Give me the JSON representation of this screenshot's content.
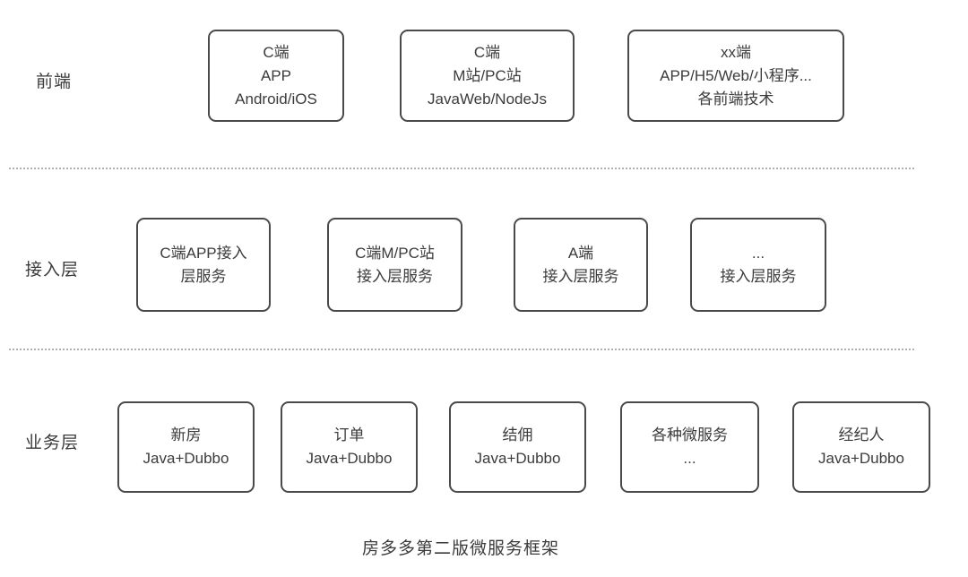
{
  "caption": "房多多第二版微服务框架",
  "colors": {
    "box_border": "#4a4a4a",
    "text": "#3b3b3b",
    "divider": "#b0b0b0",
    "bg": "#ffffff"
  },
  "layers": [
    {
      "label": "前端",
      "boxes": [
        {
          "name": "c-app",
          "lines": [
            "C端",
            "APP",
            "Android/iOS"
          ]
        },
        {
          "name": "c-site",
          "lines": [
            "C端",
            "M站/PC站",
            "JavaWeb/NodeJs"
          ]
        },
        {
          "name": "xx",
          "lines": [
            "xx端",
            "APP/H5/Web/小程序...",
            "各前端技术"
          ]
        }
      ]
    },
    {
      "label": "接入层",
      "boxes": [
        {
          "name": "c-app-access",
          "lines": [
            "C端APP接入",
            "层服务"
          ]
        },
        {
          "name": "c-site-access",
          "lines": [
            "C端M/PC站",
            "接入层服务"
          ]
        },
        {
          "name": "a-access",
          "lines": [
            "A端",
            "接入层服务"
          ]
        },
        {
          "name": "other-access",
          "lines": [
            "...",
            "接入层服务"
          ]
        }
      ]
    },
    {
      "label": "业务层",
      "boxes": [
        {
          "name": "new-house",
          "lines": [
            "新房",
            "Java+Dubbo"
          ]
        },
        {
          "name": "order",
          "lines": [
            "订单",
            "Java+Dubbo"
          ]
        },
        {
          "name": "commission",
          "lines": [
            "结佣",
            "Java+Dubbo"
          ]
        },
        {
          "name": "misc-services",
          "lines": [
            "各种微服务",
            "..."
          ]
        },
        {
          "name": "agent",
          "lines": [
            "经纪人",
            "Java+Dubbo"
          ]
        }
      ]
    }
  ]
}
